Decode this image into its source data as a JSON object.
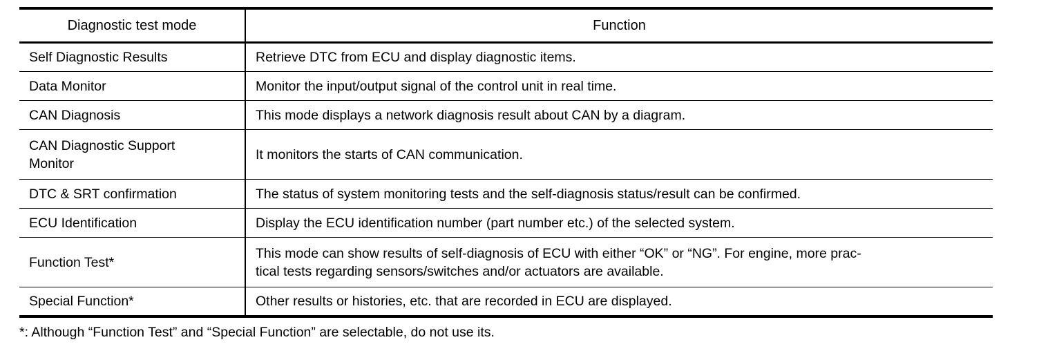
{
  "table": {
    "headers": {
      "mode": "Diagnostic test mode",
      "function": "Function"
    },
    "rows": [
      {
        "mode": "Self Diagnostic Results",
        "function": "Retrieve DTC from ECU and display diagnostic items."
      },
      {
        "mode": "Data Monitor",
        "function": "Monitor the input/output signal of the control unit in real time."
      },
      {
        "mode": "CAN Diagnosis",
        "function": "This mode displays a network diagnosis result about CAN by a diagram."
      },
      {
        "mode": "CAN Diagnostic Support\nMonitor",
        "function": "It monitors the starts of CAN communication."
      },
      {
        "mode": "DTC & SRT confirmation",
        "function": "The status of system monitoring tests and the self-diagnosis status/result can be confirmed."
      },
      {
        "mode": "ECU Identification",
        "function": "Display the ECU identification number (part number etc.) of the selected system."
      },
      {
        "mode": "Function Test*",
        "function": "This mode can show results of self-diagnosis of ECU with either “OK” or “NG”. For engine, more prac-\ntical tests regarding sensors/switches and/or actuators are available."
      },
      {
        "mode": "Special Function*",
        "function": "Other results or histories, etc. that are recorded in ECU are displayed."
      }
    ]
  },
  "footnote": {
    "text": "*: Although “Function Test” and “Special Function” are selectable, do not use its."
  },
  "colors": {
    "rule": "#000000",
    "text": "#000000",
    "background": "#ffffff"
  }
}
